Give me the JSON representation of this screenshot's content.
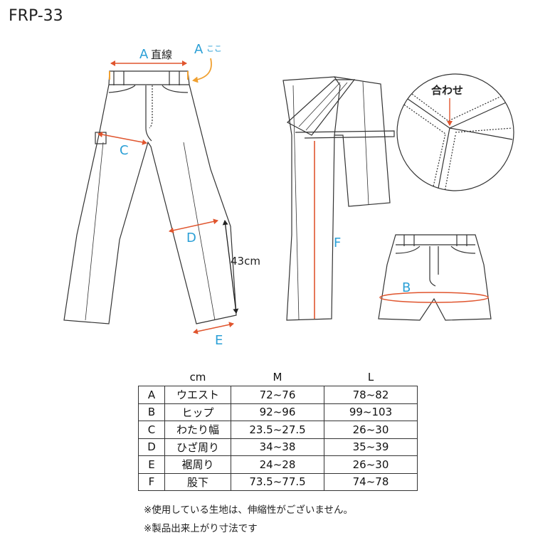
{
  "product_code": "FRP-33",
  "labels": {
    "a": "A",
    "a_straight": "直線",
    "a_here_letter": "A",
    "a_here": "ここ",
    "b": "B",
    "c": "C",
    "d": "D",
    "e": "E",
    "f": "F",
    "inseam_length": "43cm",
    "seam_joint": "合わせ"
  },
  "colors": {
    "measure_line": "#e0552e",
    "label_blue": "#2a9fd6",
    "arrow_orange": "#f0a030",
    "outline": "#333333"
  },
  "table": {
    "headers": [
      "cm",
      "M",
      "L"
    ],
    "rows": [
      {
        "key": "A",
        "name": "ウエスト",
        "m": "72~76",
        "l": "78~82"
      },
      {
        "key": "B",
        "name": "ヒップ",
        "m": "92~96",
        "l": "99~103"
      },
      {
        "key": "C",
        "name": "わたり幅",
        "m": "23.5~27.5",
        "l": "26~30"
      },
      {
        "key": "D",
        "name": "ひざ周り",
        "m": "34~38",
        "l": "35~39"
      },
      {
        "key": "E",
        "name": "裾周り",
        "m": "24~28",
        "l": "26~30"
      },
      {
        "key": "F",
        "name": "股下",
        "m": "73.5~77.5",
        "l": "74~78"
      }
    ]
  },
  "notes": [
    "※使用している生地は、伸縮性がございません。",
    "※製品出来上がり寸法です"
  ]
}
